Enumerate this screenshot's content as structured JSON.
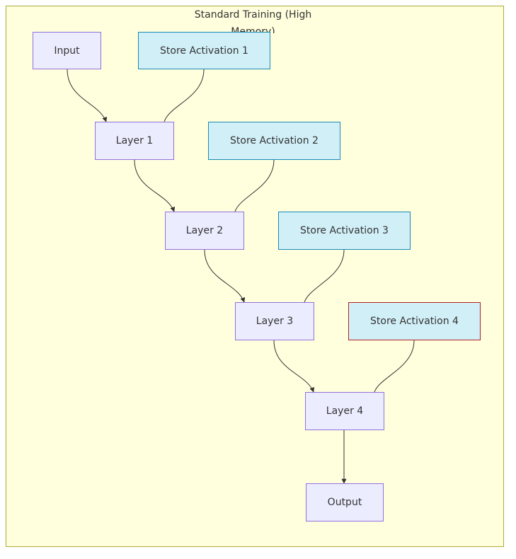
{
  "diagram": {
    "title": "Standard Training (High Memory)",
    "nodes": {
      "input": "Input",
      "store1": "Store Activation 1",
      "layer1": "Layer 1",
      "store2": "Store Activation 2",
      "layer2": "Layer 2",
      "store3": "Store Activation 3",
      "layer3": "Layer 3",
      "store4": "Store Activation 4",
      "layer4": "Layer 4",
      "output": "Output"
    },
    "edges": [
      [
        "input",
        "layer1"
      ],
      [
        "store1",
        "layer1"
      ],
      [
        "layer1",
        "layer2"
      ],
      [
        "store2",
        "layer2"
      ],
      [
        "layer2",
        "layer3"
      ],
      [
        "store3",
        "layer3"
      ],
      [
        "layer3",
        "layer4"
      ],
      [
        "store4",
        "layer4"
      ],
      [
        "layer4",
        "output"
      ]
    ],
    "colors": {
      "cluster_fill": "#ffffde",
      "cluster_border": "#aaaa33",
      "layer_fill": "#ececff",
      "layer_border": "#9370db",
      "store_fill": "#d1eff7",
      "store_border": "#1a8ab5",
      "highlight_border": "#b22222",
      "edge": "#333333"
    }
  }
}
